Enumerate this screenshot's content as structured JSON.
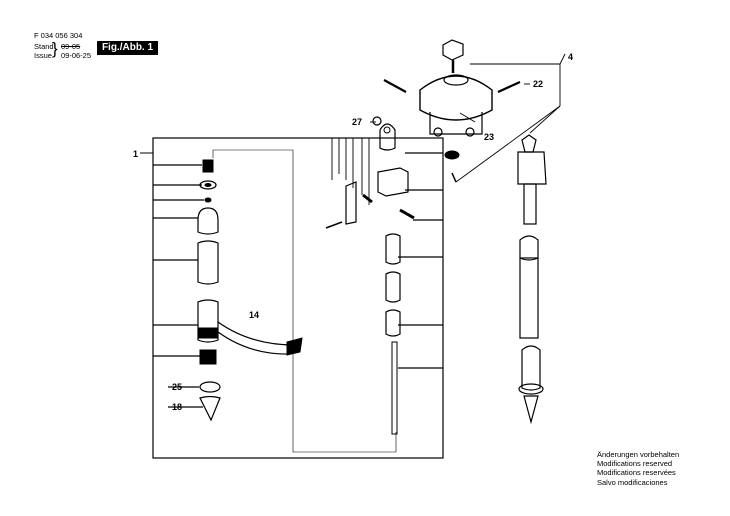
{
  "header": {
    "doc_number": "F 034 056 304",
    "stand_label": "Stand",
    "stand_value": "09-05",
    "issue_label": "Issue",
    "issue_value": "09-06-25",
    "brace": "}",
    "fig_label": "Fig./Abb. 1"
  },
  "callouts": {
    "c1": "1",
    "c4": "4",
    "c14": "14",
    "c18": "18",
    "c22": "22",
    "c23": "23",
    "c25": "25",
    "c27": "27"
  },
  "notes": {
    "de": "Änderungen vorbehalten",
    "en": "Modifications reserved",
    "fr": "Modifications reservées",
    "es": "Salvo modificaciones"
  }
}
